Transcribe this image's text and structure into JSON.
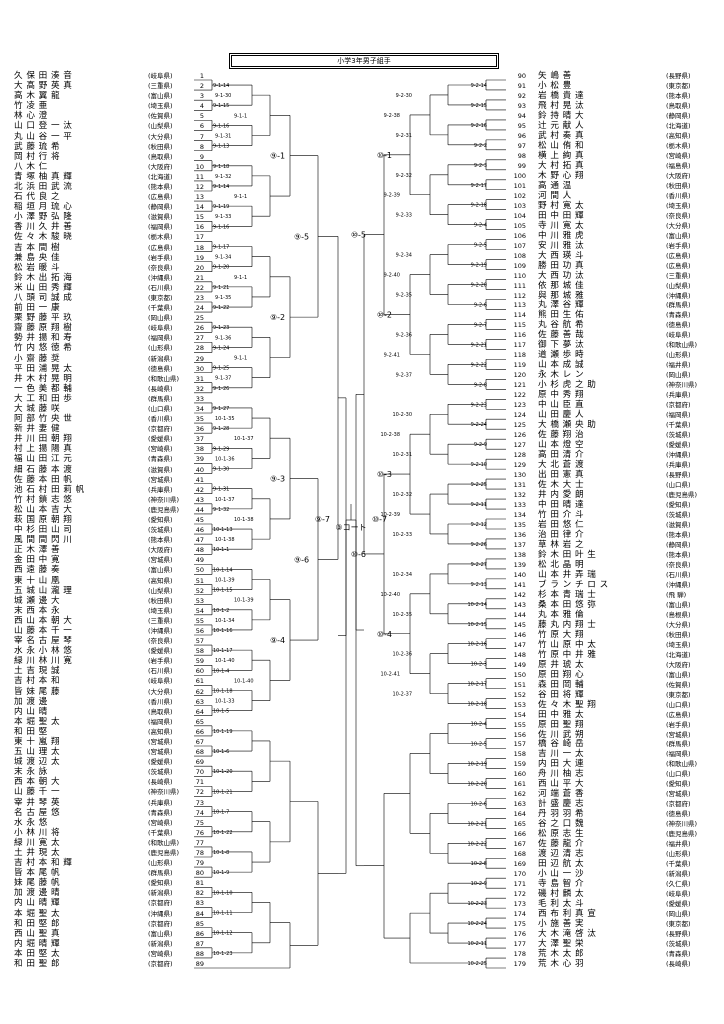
{
  "title": "小学3年男子組手",
  "final_label": "③コート",
  "center": {
    "left": "⑨-7",
    "right": "⑩-7"
  },
  "left_entries": [
    {
      "no": "1",
      "name": "久 保 田 湊 音",
      "pref": "(岐阜県)"
    },
    {
      "no": "2",
      "name": "大 髙 野 英 真",
      "pref": "(三重県)"
    },
    {
      "no": "3",
      "name": "高 木 翼 龍",
      "pref": "(富山県)"
    },
    {
      "no": "4",
      "name": "竹 凌 亜",
      "pref": "(埼玉県)"
    },
    {
      "no": "5",
      "name": "林 心 澄",
      "pref": "(佐賀県)"
    },
    {
      "no": "6",
      "name": "山 口 登 一 汰",
      "pref": "(山梨県)"
    },
    {
      "no": "7",
      "name": "丸 山 谷 一 平",
      "pref": "(大分県)"
    },
    {
      "no": "8",
      "name": "武 藤 琉 希",
      "pref": "(秋田県)"
    },
    {
      "no": "9",
      "name": "岡 村 行 将",
      "pref": "(鳥取県)"
    },
    {
      "no": "10",
      "name": "八 木 仁",
      "pref": "(大阪府)"
    },
    {
      "no": "11",
      "name": "青 塚 柚 真 輝",
      "pref": "(北海道)"
    },
    {
      "no": "12",
      "name": "北 浜 田 武 流",
      "pref": "(熊本県)"
    },
    {
      "no": "13",
      "name": "石 代 良 之",
      "pref": "(広島県)"
    },
    {
      "no": "14",
      "name": "稲 垣 月 琉 心",
      "pref": "(静岡県)"
    },
    {
      "no": "15",
      "name": "小 澤 野 弘 隆",
      "pref": "(滋賀県)"
    },
    {
      "no": "16",
      "name": "香 川 久 井 善",
      "pref": "(福岡県)"
    },
    {
      "no": "17",
      "name": "佐 々 木 駿 晓",
      "pref": "(栃木県)"
    },
    {
      "no": "18",
      "name": "吉 本 間 樹",
      "pref": "(広島県)"
    },
    {
      "no": "19",
      "name": "兼 島 央 佳",
      "pref": "(岩手県)"
    },
    {
      "no": "20",
      "name": "松 岩 暖 斗",
      "pref": "(奈良県)"
    },
    {
      "no": "21",
      "name": "鈴 木 出 拓 海",
      "pref": "(沖縄県)"
    },
    {
      "no": "22",
      "name": "米 山 田 秀 輝",
      "pref": "(石川県)"
    },
    {
      "no": "23",
      "name": "八 頭 司 誠 成",
      "pref": "(東京都)"
    },
    {
      "no": "24",
      "name": "前 田 一 康",
      "pref": "(千葉県)"
    },
    {
      "no": "25",
      "name": "栗 野 藤 平 玖",
      "pref": "(岡山県)"
    },
    {
      "no": "26",
      "name": "齋 藤 原 翔 樹",
      "pref": "(岐阜県)"
    },
    {
      "no": "27",
      "name": "勢 井 揚 和 寿",
      "pref": "(福岡県)"
    },
    {
      "no": "28",
      "name": "竹 内 悠 徳 希",
      "pref": "(山形県)"
    },
    {
      "no": "29",
      "name": "小 齋 藤 奨",
      "pref": "(新潟県)"
    },
    {
      "no": "30",
      "name": "平 田 浦 晃 太",
      "pref": "(徳島県)"
    },
    {
      "no": "31",
      "name": "井 木 村 晃 明",
      "pref": "(和歌山県)"
    },
    {
      "no": "32",
      "name": "一 色 美 都 輔",
      "pref": "(長崎県)"
    },
    {
      "no": "33",
      "name": "大 工 和 田 歩",
      "pref": "(群馬県)"
    },
    {
      "no": "34",
      "name": "大 城 藤 咲",
      "pref": "(山口県)"
    },
    {
      "no": "35",
      "name": "阿 部 竹 央 世",
      "pref": "(香川県)"
    },
    {
      "no": "36",
      "name": "新 井 妻 健",
      "pref": "(京都府)"
    },
    {
      "no": "37",
      "name": "井 川 田 朝 翔",
      "pref": "(愛媛県)"
    },
    {
      "no": "38",
      "name": "村 上 揚 陽 真",
      "pref": "(宮崎県)"
    },
    {
      "no": "39",
      "name": "福 山 田 江 元",
      "pref": "(青森県)"
    },
    {
      "no": "40",
      "name": "細 石 藤 本 渡",
      "pref": "(滋賀県)"
    },
    {
      "no": "41",
      "name": "佐 藤 本 田 帆",
      "pref": "(宮城県)"
    },
    {
      "no": "42",
      "name": "池 石 村 田 莉 帆",
      "pref": "(兵庫県)"
    },
    {
      "no": "43",
      "name": "竹 村 鎖 志 悠",
      "pref": "(神奈川県)"
    },
    {
      "no": "44",
      "name": "松 山 本 吉 大",
      "pref": "(鹿児島県)"
    },
    {
      "no": "45",
      "name": "萩 国 原 朝 翔",
      "pref": "(愛知県)"
    },
    {
      "no": "46",
      "name": "中 杉 田 山 司",
      "pref": "(茨城県)"
    },
    {
      "no": "47",
      "name": "風 間 間 閃 川",
      "pref": "(熊本県)"
    },
    {
      "no": "48",
      "name": "正 木 澤 善",
      "pref": "(大阪府)"
    },
    {
      "no": "49",
      "name": "金 田 中 寛",
      "pref": "(宮城県)"
    },
    {
      "no": "50",
      "name": "西 遠 藤 奏",
      "pref": "(富山県)"
    },
    {
      "no": "51",
      "name": "東 十 山 凰",
      "pref": "(高知県)"
    },
    {
      "no": "52",
      "name": "五 城 山 瀧 理",
      "pref": "(山梨県)"
    },
    {
      "no": "53",
      "name": "城 瀬 邊 大",
      "pref": "(秋田県)"
    },
    {
      "no": "54",
      "name": "末 西 本 永",
      "pref": "(埼玉県)"
    },
    {
      "no": "55",
      "name": "西 山 本 朝 大",
      "pref": "(三重県)"
    },
    {
      "no": "56",
      "name": "山 藤 本 千 一",
      "pref": "(沖縄県)"
    },
    {
      "no": "57",
      "name": "宰 名 古 屋 琴",
      "pref": "(奈良県)"
    },
    {
      "no": "58",
      "name": "水 永 小 林 悠",
      "pref": "(愛媛県)"
    },
    {
      "no": "59",
      "name": "緑 川 林 川 寛",
      "pref": "(岩手県)"
    },
    {
      "no": "60",
      "name": "土 吉 現 誠",
      "pref": "(石川県)"
    },
    {
      "no": "61",
      "name": "吉 村 本 和",
      "pref": "(岐阜県)"
    },
    {
      "no": "62",
      "name": "皆 妹 尾 藤",
      "pref": "(大分県)"
    },
    {
      "no": "63",
      "name": "加 渡 邊",
      "pref": "(香川県)"
    },
    {
      "no": "64",
      "name": "内 山 晴",
      "pref": "(鳥取県)"
    },
    {
      "no": "65",
      "name": "本 堀 聖 太",
      "pref": "(福岡県)"
    },
    {
      "no": "66",
      "name": "和 田 堅",
      "pref": "(高知県)"
    },
    {
      "no": "67",
      "name": "東 十 嵐 翔",
      "pref": "(宮城県)"
    },
    {
      "no": "68",
      "name": "五 山 理 太",
      "pref": "(宮城県)"
    },
    {
      "no": "69",
      "name": "城 渡 辺 太",
      "pref": "(愛媛県)"
    },
    {
      "no": "70",
      "name": "末 永 詠",
      "pref": "(茨城県)"
    },
    {
      "no": "71",
      "name": "西 本 朝 大",
      "pref": "(長崎県)"
    },
    {
      "no": "72",
      "name": "山 藤 千 一",
      "pref": "(神奈川県)"
    },
    {
      "no": "73",
      "name": "宰 井 琴 英",
      "pref": "(兵庫県)"
    },
    {
      "no": "74",
      "name": "名 古 屋 悠",
      "pref": "(青森県)"
    },
    {
      "no": "75",
      "name": "水 永 悠",
      "pref": "(宮崎県)"
    },
    {
      "no": "76",
      "name": "小 林 川 将",
      "pref": "(千葉県)"
    },
    {
      "no": "77",
      "name": "緑 川 寛 太",
      "pref": "(和歌山県)"
    },
    {
      "no": "78",
      "name": "土 井 現 太",
      "pref": "(鹿児島県)"
    },
    {
      "no": "79",
      "name": "吉 村 本 和 輝",
      "pref": "(山形県)"
    },
    {
      "no": "80",
      "name": "皆 本 尾 帆",
      "pref": "(群馬県)"
    },
    {
      "no": "81",
      "name": "妹 尾 藤 帆",
      "pref": "(愛知県)"
    },
    {
      "no": "82",
      "name": "加 渡 邊 晴",
      "pref": "(新潟県)"
    },
    {
      "no": "83",
      "name": "内 山 晴 輝",
      "pref": "(京都府)"
    },
    {
      "no": "84",
      "name": "本 堀 聖 太",
      "pref": "(沖縄県)"
    },
    {
      "no": "85",
      "name": "和 田 堅 郎",
      "pref": "(京都府)"
    },
    {
      "no": "86",
      "name": "西 山 聖 真",
      "pref": "(富山県)"
    },
    {
      "no": "87",
      "name": "内 堀 晴 輝",
      "pref": "(新潟県)"
    },
    {
      "no": "88",
      "name": "本 田 堅 太",
      "pref": "(宮崎県)"
    },
    {
      "no": "89",
      "name": "和 田 聖 郎",
      "pref": "(京都府)"
    }
  ],
  "right_entries": [
    {
      "no": "90",
      "name": "矢 嶋 善",
      "pref": "(長野県)"
    },
    {
      "no": "91",
      "name": "小 松 豊",
      "pref": "(東京都)"
    },
    {
      "no": "92",
      "name": "岩 橋 貴 達",
      "pref": "(熊本県)"
    },
    {
      "no": "93",
      "name": "飛 村 晃 汰",
      "pref": "(鳥取県)"
    },
    {
      "no": "94",
      "name": "鈴 持 晴 大",
      "pref": "(静岡県)"
    },
    {
      "no": "95",
      "name": "辻 元 献 人",
      "pref": "(北海道)"
    },
    {
      "no": "96",
      "name": "武 村 奏 真",
      "pref": "(高知県)"
    },
    {
      "no": "97",
      "name": "松 山 侑 和",
      "pref": "(栃木県)"
    },
    {
      "no": "98",
      "name": "横 上 絢 真",
      "pref": "(宮崎県)"
    },
    {
      "no": "99",
      "name": "大 村 拓 真",
      "pref": "(福島県)"
    },
    {
      "no": "100",
      "name": "木 野 心 翔",
      "pref": "(大阪府)"
    },
    {
      "no": "101",
      "name": "高 通 温",
      "pref": "(秋田県)"
    },
    {
      "no": "102",
      "name": "河 間 人",
      "pref": "(香川県)"
    },
    {
      "no": "103",
      "name": "野 村 寛 太",
      "pref": "(埼玉県)"
    },
    {
      "no": "104",
      "name": "田 中 田 輝",
      "pref": "(奈良県)"
    },
    {
      "no": "105",
      "name": "寺 川 寛 太",
      "pref": "(大分県)"
    },
    {
      "no": "106",
      "name": "中 川 雅 虎",
      "pref": "(富山県)"
    },
    {
      "no": "107",
      "name": "安 川 雅 汰",
      "pref": "(岩手県)"
    },
    {
      "no": "108",
      "name": "大 西 瑛 斗",
      "pref": "(広島県)"
    },
    {
      "no": "109",
      "name": "勝 田 功 真",
      "pref": "(広島県)"
    },
    {
      "no": "110",
      "name": "大 西 功 汰",
      "pref": "(三重県)"
    },
    {
      "no": "111",
      "name": "依 那 城 佳",
      "pref": "(山梨県)"
    },
    {
      "no": "112",
      "name": "與 那 城 雅",
      "pref": "(沖縄県)"
    },
    {
      "no": "113",
      "name": "丸 澤 谷 輝",
      "pref": "(群馬県)"
    },
    {
      "no": "114",
      "name": "熊 田 生 佑",
      "pref": "(青森県)"
    },
    {
      "no": "115",
      "name": "丸 谷 航 希",
      "pref": "(徳島県)"
    },
    {
      "no": "116",
      "name": "佐 藤 善 哉",
      "pref": "(岐阜県)"
    },
    {
      "no": "117",
      "name": "御 下 夢 汰",
      "pref": "(和歌山県)"
    },
    {
      "no": "118",
      "name": "道 瀬 歩 時",
      "pref": "(山形県)"
    },
    {
      "no": "119",
      "name": "山 本 成 誠",
      "pref": "(福井県)"
    },
    {
      "no": "120",
      "name": "永 木 レ ン",
      "pref": "(岡山県)"
    },
    {
      "no": "121",
      "name": "小 杉 虎 之 助",
      "pref": "(神奈川県)"
    },
    {
      "no": "122",
      "name": "原 中 秀 翔",
      "pref": "(兵庫県)"
    },
    {
      "no": "123",
      "name": "中 山 臣 直",
      "pref": "(京都府)"
    },
    {
      "no": "124",
      "name": "山 田 慶 人",
      "pref": "(福岡県)"
    },
    {
      "no": "125",
      "name": "大 橋 瀬 央 助",
      "pref": "(千葉県)"
    },
    {
      "no": "126",
      "name": "佐 藤 翔 治",
      "pref": "(茨城県)"
    },
    {
      "no": "127",
      "name": "山 本 燈 空",
      "pref": "(愛媛県)"
    },
    {
      "no": "128",
      "name": "高 田 清 介",
      "pref": "(沖縄県)"
    },
    {
      "no": "129",
      "name": "大 北 蒼 渡",
      "pref": "(兵庫県)"
    },
    {
      "no": "130",
      "name": "出 田 憲 真",
      "pref": "(長野県)"
    },
    {
      "no": "131",
      "name": "佐 木 大 士",
      "pref": "(山口県)"
    },
    {
      "no": "132",
      "name": "井 内 愛 朗",
      "pref": "(鹿児島県)"
    },
    {
      "no": "133",
      "name": "中 田 晴 達",
      "pref": "(愛知県)"
    },
    {
      "no": "134",
      "name": "竹 田 介 斗",
      "pref": "(茨城県)"
    },
    {
      "no": "135",
      "name": "岩 田 悠 仁",
      "pref": "(滋賀県)"
    },
    {
      "no": "136",
      "name": "治 田 律 介",
      "pref": "(熊本県)"
    },
    {
      "no": "137",
      "name": "草 林 岩 之",
      "pref": "(静岡県)"
    },
    {
      "no": "138",
      "name": "鈴 木 田 叶 生",
      "pref": "(熊本県)"
    },
    {
      "no": "139",
      "name": "松 北 晶 明",
      "pref": "(奈良県)"
    },
    {
      "no": "140",
      "name": "山 本 井 弄 瑞",
      "pref": "(石川県)"
    },
    {
      "no": "141",
      "name": "ブ ラ ン チ ロ ス",
      "pref": "(沖縄県)"
    },
    {
      "no": "142",
      "name": "杉 本 青 瑞 士",
      "pref": "(飛 騨)"
    },
    {
      "no": "143",
      "name": "桑 本 田 悠 弥",
      "pref": "(富山県)"
    },
    {
      "no": "144",
      "name": "丸 本 雅 倫",
      "pref": "(島根県)"
    },
    {
      "no": "145",
      "name": "藤 丸 内 翔 士",
      "pref": "(大分県)"
    },
    {
      "no": "146",
      "name": "竹 原 大 翔",
      "pref": "(秋田県)"
    },
    {
      "no": "147",
      "name": "竹 山 原 中 太",
      "pref": "(埼玉県)"
    },
    {
      "no": "148",
      "name": "竹 原 中 井 雅",
      "pref": "(北海道)"
    },
    {
      "no": "149",
      "name": "原 井 琥 太",
      "pref": "(大阪府)"
    },
    {
      "no": "150",
      "name": "原 田 翔 心",
      "pref": "(富山県)"
    },
    {
      "no": "151",
      "name": "森 田 岡 輔",
      "pref": "(佐賀県)"
    },
    {
      "no": "152",
      "name": "谷 田 将 輝",
      "pref": "(東京都)"
    },
    {
      "no": "153",
      "name": "佐 々 木 聖 翔",
      "pref": "(山口県)"
    },
    {
      "no": "154",
      "name": "田 中 雅 太",
      "pref": "(広島県)"
    },
    {
      "no": "155",
      "name": "原 田 聖 翔",
      "pref": "(岩手県)"
    },
    {
      "no": "156",
      "name": "佐 川 武 朔",
      "pref": "(宮城県)"
    },
    {
      "no": "157",
      "name": "橋 谷 崎 岳",
      "pref": "(群馬県)"
    },
    {
      "no": "158",
      "name": "吉 川 一 太",
      "pref": "(福岡県)"
    },
    {
      "no": "159",
      "name": "内 田 大 連",
      "pref": "(和歌山県)"
    },
    {
      "no": "160",
      "name": "舟 川 柚 志",
      "pref": "(山口県)"
    },
    {
      "no": "161",
      "name": "西 山 平 大",
      "pref": "(愛知県)"
    },
    {
      "no": "162",
      "name": "河 端 蒼 香",
      "pref": "(宮城県)"
    },
    {
      "no": "163",
      "name": "計 盛 慶 志",
      "pref": "(京都府)"
    },
    {
      "no": "164",
      "name": "丹 羽 羽 希",
      "pref": "(徳島県)"
    },
    {
      "no": "165",
      "name": "谷 之 口 魏",
      "pref": "(神奈川県)"
    },
    {
      "no": "166",
      "name": "松 原 志 生",
      "pref": "(鹿児島県)"
    },
    {
      "no": "167",
      "name": "佐 藤 龍 介",
      "pref": "(福井県)"
    },
    {
      "no": "168",
      "name": "渡 辺 清 志",
      "pref": "(山形県)"
    },
    {
      "no": "169",
      "name": "田 辺 航 太",
      "pref": "(千葉県)"
    },
    {
      "no": "170",
      "name": "小 山 一 沙",
      "pref": "(新潟県)"
    },
    {
      "no": "171",
      "name": "寺 島 智 介",
      "pref": "(久仁県)"
    },
    {
      "no": "172",
      "name": "磯 村 麟 太",
      "pref": "(岐阜県)"
    },
    {
      "no": "173",
      "name": "毛 利 太 斗",
      "pref": "(愛媛県)"
    },
    {
      "no": "174",
      "name": "西 布 利 真 宣",
      "pref": "(岡山県)"
    },
    {
      "no": "175",
      "name": "小 施 善 実",
      "pref": "(東京都)"
    },
    {
      "no": "176",
      "name": "大 木 滝 啓 汰",
      "pref": "(長野県)"
    },
    {
      "no": "177",
      "name": "大 澤 聖 栄",
      "pref": "(茨城県)"
    },
    {
      "no": "178",
      "name": "荒 木 太 郎",
      "pref": "(青森県)"
    },
    {
      "no": "179",
      "name": "荒 木 心 羽",
      "pref": "(長崎県)"
    }
  ],
  "left_round1": [
    "9-1-14",
    "9-1-15",
    "9-1-16",
    "9-1-13",
    "9-1-18",
    "9-1-14",
    "9-1-19",
    "9-1-16",
    "9-1-17",
    "9-1-20",
    "9-1-21",
    "9-1-22",
    "9-1-23",
    "9-1-24",
    "9-1-25",
    "9-1-26",
    "9-1-27",
    "9-1-28",
    "9-1-29",
    "9-1-30",
    "9-1-31",
    "9-1-32",
    "10-1-13",
    "10-1-1",
    "10-1-14",
    "10-1-15",
    "10-1-2",
    "10-1-16",
    "10-1-17",
    "10-1-4",
    "10-1-18",
    "10-1-5",
    "10-1-19",
    "10-1-6",
    "10-1-20",
    "10-1-21",
    "10-1-7",
    "10-1-22",
    "10-1-8",
    "10-1-9",
    "10-1-10",
    "10-1-11",
    "10-1-12",
    "10-1-23",
    "10-1-24"
  ],
  "left_round2": [
    "9-1-30",
    "9-1-31",
    "9-1-32",
    "9-1-33",
    "9-1-34",
    "9-1-35",
    "9-1-36",
    "9-1-37",
    "10-1-35",
    "10-1-36",
    "10-1-37",
    "10-1-38",
    "10-1-39",
    "10-1-34",
    "10-1-40",
    "10-1-33"
  ],
  "left_round3": [
    "9-1-1",
    "9-1-1",
    "9-1-1",
    "9-1-1",
    "10-1-37",
    "10-1-38",
    "10-1-39",
    "10-1-40"
  ],
  "left_round4": [
    "⑨-1",
    "⑨-2",
    "⑨-3",
    "⑨-4"
  ],
  "left_round5": [
    "⑨-5",
    "⑨-6"
  ],
  "right_round1": [
    "9-2-14",
    "9-2-15",
    "9-2-16",
    "9-2-2",
    "9-2-3",
    "9-2-17",
    "9-2-18",
    "9-2-4",
    "9-2-5",
    "9-2-19",
    "9-2-20",
    "9-2-6",
    "9-2-7",
    "9-2-21",
    "9-2-22",
    "9-2-8",
    "9-2-23",
    "9-2-24",
    "9-2-9",
    "9-2-10",
    "9-2-25",
    "9-2-11",
    "9-2-12",
    "9-2-26",
    "9-2-27",
    "9-2-13",
    "10-2-14",
    "10-2-15",
    "10-2-16",
    "10-2-3",
    "10-2-17",
    "10-2-18",
    "10-2-4",
    "10-2-5",
    "10-2-19",
    "10-2-20",
    "10-2-6",
    "10-2-21",
    "10-2-22",
    "10-2-8",
    "10-2-9",
    "10-2-23",
    "10-2-24",
    "10-2-11",
    "10-2-25",
    "10-2-26",
    "10-2-27"
  ],
  "right_round2": [
    "9-2-30",
    "9-2-31",
    "9-2-32",
    "9-2-33",
    "9-2-34",
    "9-2-35",
    "9-2-36",
    "9-2-37",
    "10-2-30",
    "10-2-31",
    "10-2-32",
    "10-2-33",
    "10-2-34",
    "10-2-35",
    "10-2-36",
    "10-2-37"
  ],
  "right_round3": [
    "9-2-38",
    "9-2-39",
    "9-2-40",
    "9-2-41",
    "10-2-38",
    "10-2-39",
    "10-2-40",
    "10-2-41"
  ],
  "right_round4": [
    "⑩-1",
    "⑩-2",
    "⑩-3",
    "⑩-4"
  ],
  "right_round5": [
    "⑩-5",
    "⑩-6"
  ]
}
